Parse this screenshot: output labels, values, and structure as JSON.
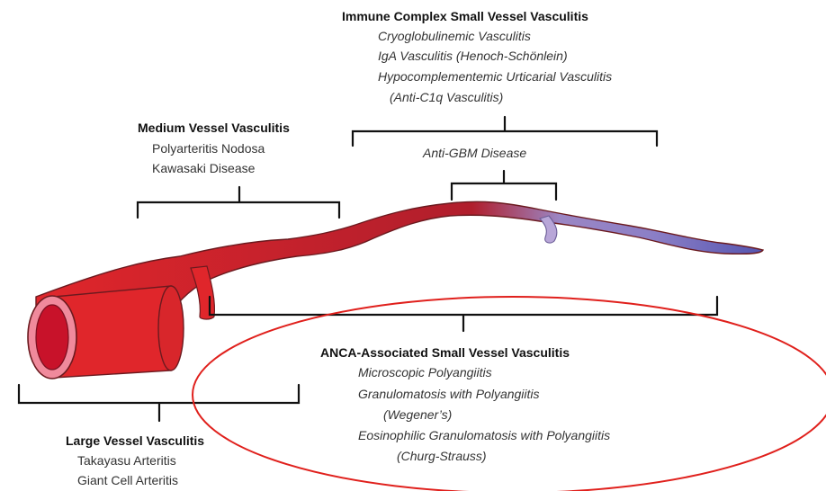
{
  "immune_complex": {
    "heading": "Immune Complex  Small Vessel Vasculitis",
    "items": [
      "Cryoglobulinemic Vasculitis",
      "IgA Vasculitis (Henoch-Schönlein)",
      "Hypocomplementemic Urticarial Vasculitis",
      "(Anti-C1q Vasculitis)"
    ]
  },
  "medium_vessel": {
    "heading": "Medium Vessel Vasculitis",
    "items": [
      "Polyarteritis Nodosa",
      "Kawasaki Disease"
    ]
  },
  "anti_gbm": {
    "label": "Anti-GBM Disease"
  },
  "anca": {
    "heading": "ANCA-Associated Small Vessel Vasculitis",
    "items": [
      "Microscopic Polyangiitis",
      "Granulomatosis with Polyangiitis",
      "(Wegener’s)",
      "Eosinophilic Granulomatosis with Polyangiitis",
      "(Churg-Strauss)"
    ]
  },
  "large_vessel": {
    "heading": "Large Vessel Vasculitis",
    "items": [
      "Takayasu Arteritis",
      "Giant Cell Arteritis"
    ]
  },
  "colors": {
    "artery_red": "#e0262b",
    "artery_dark": "#8e1a1f",
    "small_violet": "#9b86c4",
    "small_blue": "#5555b0",
    "highlight_ring": "#e0201c",
    "bracket": "#111111"
  }
}
